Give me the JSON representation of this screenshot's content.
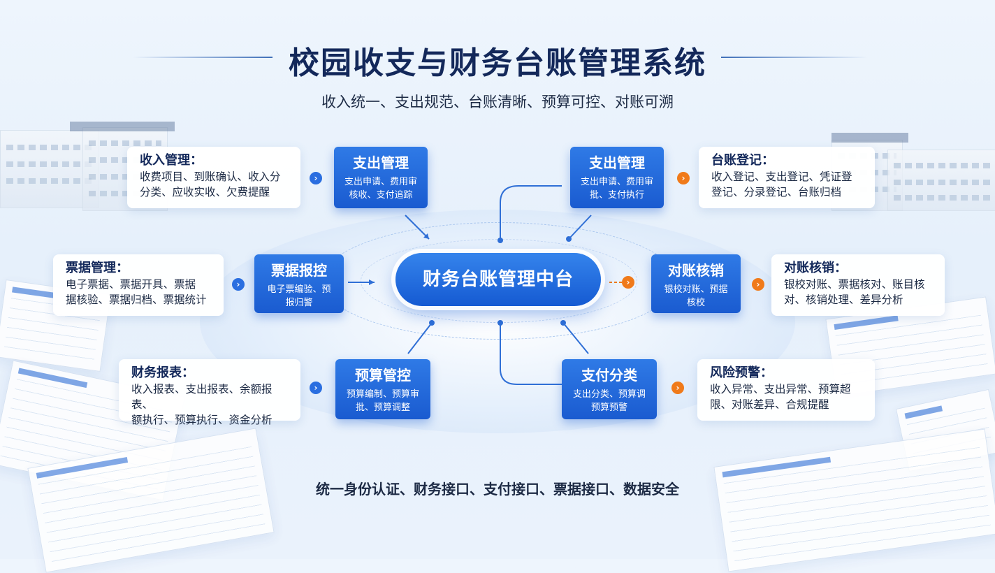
{
  "header": {
    "title": "校园收支与财务台账管理系统",
    "subtitle": "收入统一、支出规范、台账清晰、预算可控、对账可溯"
  },
  "hub": {
    "label": "财务台账管理中台"
  },
  "modules": {
    "expense_left": {
      "title": "支出管理",
      "desc": "支出申请、费用审\n核收、支付追踪"
    },
    "expense_right": {
      "title": "支出管理",
      "desc": "支出申请、费用审\n批、支付执行"
    },
    "invoice": {
      "title": "票据报控",
      "desc": "电子票编验、预\n报归警"
    },
    "reconcile": {
      "title": "对账核销",
      "desc": "银校对账、预据\n核校"
    },
    "budget": {
      "title": "预算管控",
      "desc": "预算编制、预算审\n批、预算调整"
    },
    "payment": {
      "title": "支付分类",
      "desc": "支出分类、预算调\n预算预警"
    }
  },
  "cards": {
    "income": {
      "title": "收入管理：",
      "desc": "收费项目、到账确认、收入分\n分类、应收实收、欠费提醒"
    },
    "ledger": {
      "title": "台账登记：",
      "desc": "收入登记、支出登记、凭证登\n登记、分录登记、台账归档"
    },
    "bills": {
      "title": "票据管理：",
      "desc": "电子票据、票据开具、票据\n据核验、票据归档、票据统计"
    },
    "verify": {
      "title": "对账核销：",
      "desc": "银校对账、票据核对、账目核\n对、核销处理、差异分析"
    },
    "reports": {
      "title": "财务报表：",
      "desc": "收入报表、支出报表、余额报表、\n额执行、预算执行、资金分析"
    },
    "risk": {
      "title": "风险预警：",
      "desc": "收入异常、支出异常、预算超\n限、对账差异、合规提醒"
    }
  },
  "footer": {
    "text": "统一身份认证、财务接口、支付接口、票据接口、数据安全"
  },
  "colors": {
    "primary": "#1a5bd0",
    "title": "#13285a",
    "arrow_blue": "#2a6ee0",
    "arrow_orange": "#f07a1a",
    "link": "#2f6fd6"
  },
  "icons": {
    "arrow": "chevron-right-icon"
  }
}
